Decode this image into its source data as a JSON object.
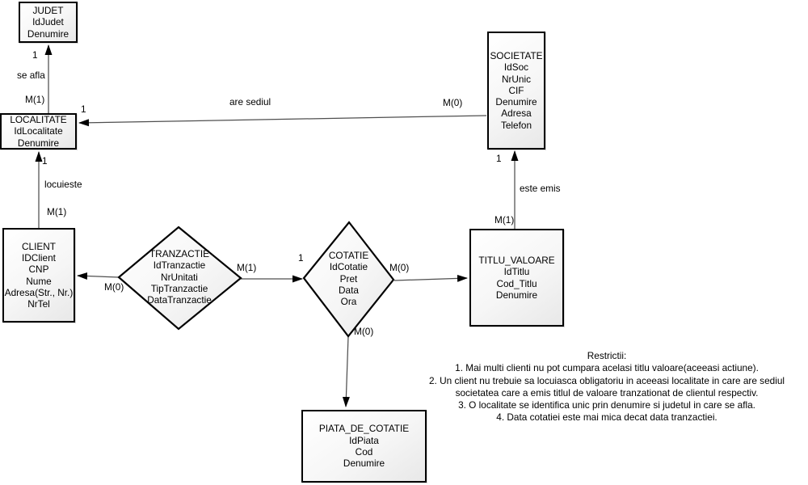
{
  "entities": {
    "judet": {
      "name": "JUDET",
      "attributes": [
        "IdJudet",
        "Denumire"
      ]
    },
    "localitate": {
      "name": "LOCALITATE",
      "attributes": [
        "IdLocalitate",
        "Denumire"
      ]
    },
    "client": {
      "name": "CLIENT",
      "attributes": [
        "IDClient",
        "CNP",
        "Nume",
        "Adresa(Str., Nr.)",
        "NrTel"
      ]
    },
    "societate": {
      "name": "SOCIETATE",
      "attributes": [
        "IdSoc",
        "NrUnic",
        "CIF",
        "Denumire",
        "Adresa",
        "Telefon"
      ]
    },
    "titlu_valoare": {
      "name": "TITLU_VALOARE",
      "attributes": [
        "IdTitlu",
        "Cod_Titlu",
        "Denumire"
      ]
    },
    "piata_de_cotatie": {
      "name": "PIATA_DE_COTATIE",
      "attributes": [
        "IdPiata",
        "Cod",
        "Denumire"
      ]
    }
  },
  "relationships": {
    "tranzactie": {
      "name": "TRANZACTIE",
      "attributes": [
        "IdTranzactie",
        "NrUnitati",
        "TipTranzactie",
        "DataTranzactie"
      ]
    },
    "cotatie": {
      "name": "COTATIE",
      "attributes": [
        "IdCotatie",
        "Pret",
        "Data",
        "Ora"
      ]
    }
  },
  "edges": {
    "se_afla": {
      "verb": "se afla",
      "card_judet": "1",
      "card_localitate": "M(1)"
    },
    "locuieste": {
      "verb": "locuieste",
      "card_localitate": "1",
      "card_client": "M(1)"
    },
    "are_sediul": {
      "verb": "are sediul",
      "card_localitate": "1",
      "card_societate": "M(0)"
    },
    "este_emis": {
      "verb": "este emis",
      "card_societate": "1",
      "card_titlu": "M(1)"
    },
    "tranzactie_client": {
      "card_client": "M(0)"
    },
    "tranzactie_cotatie": {
      "card_tranzactie": "M(1)",
      "card_cotatie": "1"
    },
    "cotatie_titlu": {
      "card_titlu": "M(0)"
    },
    "cotatie_piata": {
      "card_piata": "M(0)"
    }
  },
  "restrictions": {
    "title": "Restrictii:",
    "lines": [
      "1. Mai multi clienti nu pot cumpara acelasi titlu valoare(aceeasi actiune).",
      "2. Un client nu trebuie sa locuiasca obligatoriu in aceeasi localitate in care are sediul",
      "societatea care a emis titlul de valoare tranzationat de clientul respectiv.",
      "3. O localitate se identifica unic prin denumire si judetul in care se afla.",
      "4. Data cotatiei este mai mica decat data tranzactiei."
    ]
  },
  "colors": {
    "line": "#4f4f4f",
    "arrow": "#000000",
    "node_border": "#000000",
    "node_fill_light": "#ffffff",
    "node_fill_dark": "#e8e8e8"
  }
}
